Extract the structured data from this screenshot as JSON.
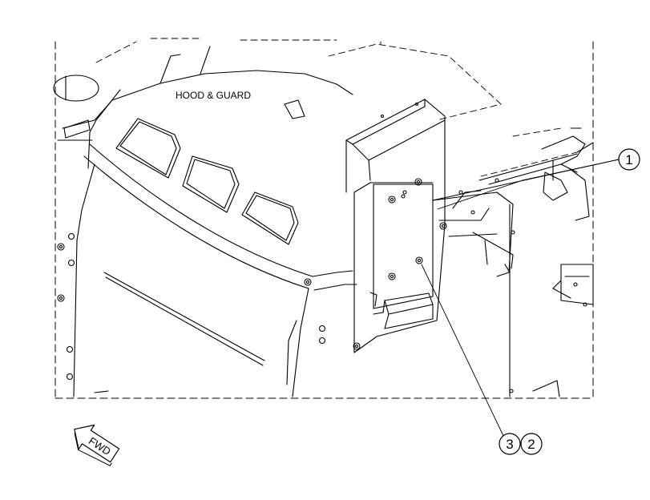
{
  "title_label": "HOOD & GUARD",
  "direction_label": "FWD",
  "callouts": [
    {
      "id": "1",
      "label": "1"
    },
    {
      "id": "3",
      "label": "3"
    },
    {
      "id": "2",
      "label": "2"
    }
  ]
}
